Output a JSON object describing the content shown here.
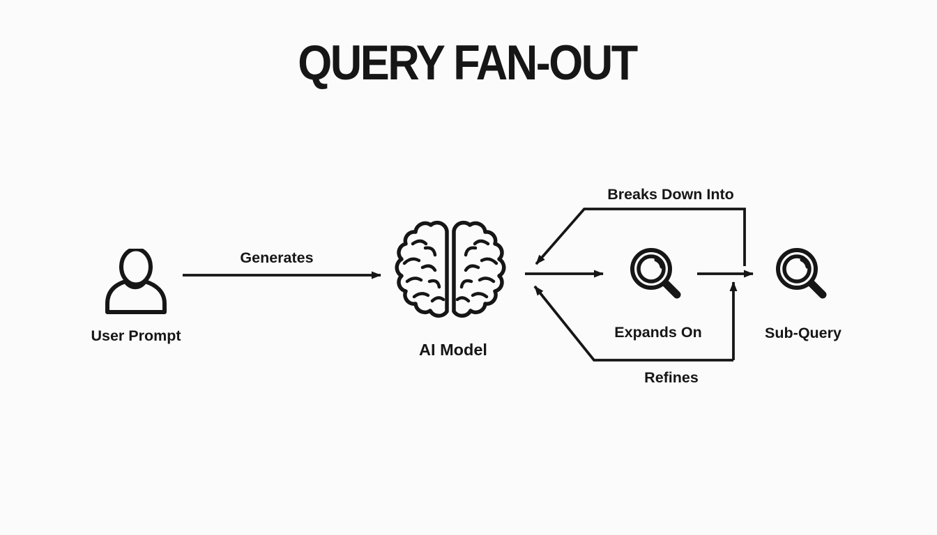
{
  "title": "QUERY FAN-OUT",
  "nodes": {
    "user": {
      "label": "User Prompt",
      "icon": "person-icon"
    },
    "ai_model": {
      "label": "AI Model",
      "icon": "brain-icon"
    },
    "expands_on": {
      "label": "Expands On",
      "icon": "magnifier-icon"
    },
    "sub_query": {
      "label": "Sub-Query",
      "icon": "magnifier-icon"
    }
  },
  "edges": {
    "generates": {
      "label": "Generates",
      "from": "user",
      "to": "ai_model"
    },
    "breaks_down_into": {
      "label": "Breaks Down Into",
      "from": "sub_query_branch",
      "to": "ai_model"
    },
    "refines": {
      "label": "Refines",
      "from": "sub_query_branch",
      "to": "ai_model"
    }
  },
  "colors": {
    "ink": "#161616",
    "background": "#fbfbfb"
  }
}
